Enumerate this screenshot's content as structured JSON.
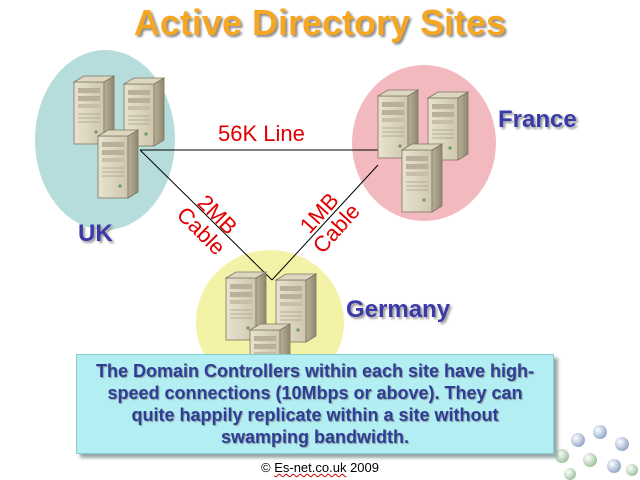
{
  "title": "Active Directory Sites",
  "sites": {
    "uk": "UK",
    "france": "France",
    "germany": "Germany"
  },
  "links": {
    "uk_france": "56K Line",
    "uk_germany_line1": "2MB",
    "uk_germany_line2": "Cable",
    "france_germany_line1": "1MB",
    "france_germany_line2": "Cable"
  },
  "caption": "The Domain Controllers within each site have high-speed connections (10Mbps or above). They can quite happily replicate within a site without swamping bandwidth.",
  "copyright": {
    "prefix": "© ",
    "site": "Es-net.co.uk",
    "year": " 2009"
  },
  "colors": {
    "title": "#f5a623",
    "site_label": "#3a3aa8",
    "link_label": "#e00000",
    "uk_circle": "#b7dcdc",
    "france_circle": "#f2b9bf",
    "germany_circle": "#f4f2a6",
    "caption_bg": "#b3eef2"
  }
}
